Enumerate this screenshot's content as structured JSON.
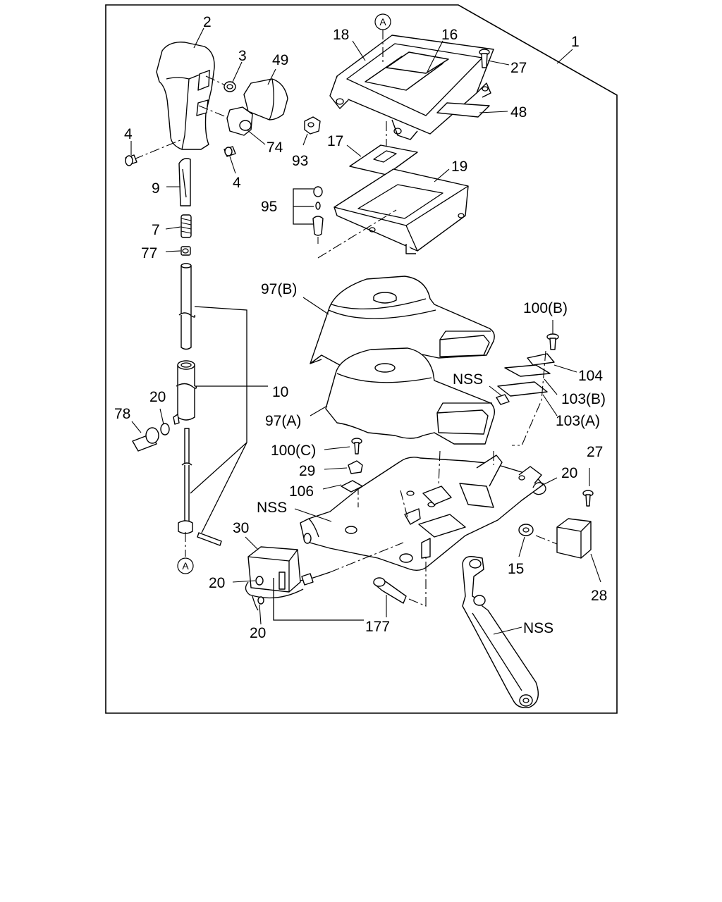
{
  "circled_reference": "A",
  "labels": {
    "l1": "1",
    "l2": "2",
    "l3": "3",
    "l49": "49",
    "l4a": "4",
    "l74": "74",
    "l4b": "4",
    "l9": "9",
    "l7": "7",
    "l77": "77",
    "l10": "10",
    "l20a": "20",
    "l78": "78",
    "l18": "18",
    "l16": "16",
    "l27a": "27",
    "l48": "48",
    "l93": "93",
    "l17": "17",
    "l19": "19",
    "l95": "95",
    "l97b": "97(B)",
    "l100b": "100(B)",
    "l104": "104",
    "lnss1": "NSS",
    "l103b": "103(B)",
    "l97a": "97(A)",
    "l103a": "103(A)",
    "l100c": "100(C)",
    "l29": "29",
    "l106": "106",
    "lnss2": "NSS",
    "l27b": "27",
    "l20b": "20",
    "l15": "15",
    "l30": "30",
    "l20c": "20",
    "l20d": "20",
    "l177": "177",
    "lnss3": "NSS",
    "l28": "28"
  }
}
